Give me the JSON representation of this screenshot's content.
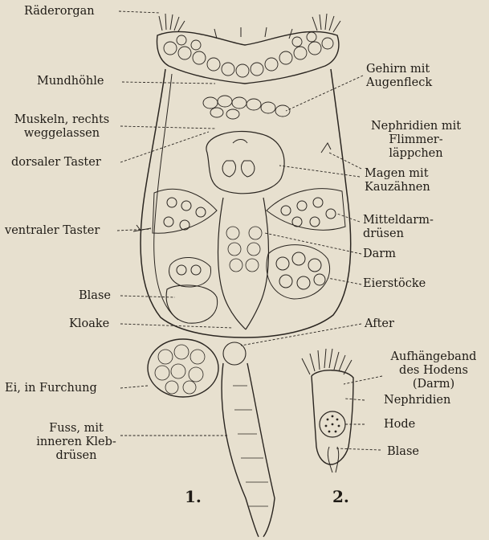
{
  "figure1": {
    "number": "1.",
    "labels": {
      "raederorgan": "Räderorgan",
      "mundhoehle": "Mundhöhle",
      "muskeln_line1": "Muskeln, rechts",
      "muskeln_line2": "weggelassen",
      "dorsaler_taster": "dorsaler Taster",
      "ventraler_taster": "ventraler Taster",
      "blase": "Blase",
      "kloake": "Kloake",
      "ei": "Ei, in Furchung",
      "fuss_line1": "Fuss, mit",
      "fuss_line2": "inneren Kleb-",
      "fuss_line3": "drüsen",
      "gehirn_line1": "Gehirn mit",
      "gehirn_line2": "Augenfleck",
      "nephridien_line1": "Nephridien mit",
      "nephridien_line2": "Flimmer-",
      "nephridien_line3": "läppchen",
      "magen_line1": "Magen mit",
      "magen_line2": "Kauzähnen",
      "mitteldarm_line1": "Mitteldarm-",
      "mitteldarm_line2": "drüsen",
      "darm": "Darm",
      "eierstoecke": "Eierstöcke",
      "after": "After"
    }
  },
  "figure2": {
    "number": "2.",
    "labels": {
      "aufhaenge_line1": "Aufhängeband",
      "aufhaenge_line2": "des Hodens",
      "aufhaenge_line3": "(Darm)",
      "nephridien": "Nephridien",
      "hode": "Hode",
      "blase": "Blase"
    }
  }
}
